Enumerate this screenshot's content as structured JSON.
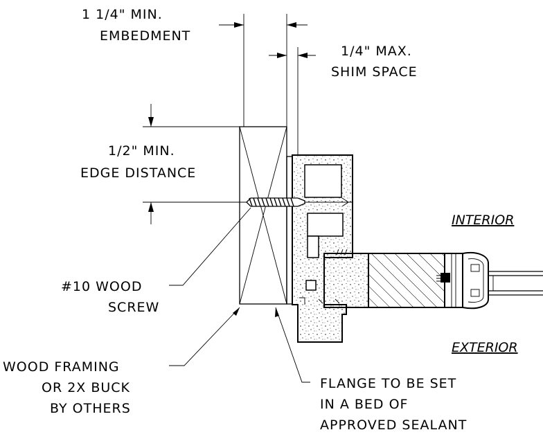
{
  "labels": {
    "embed_1": "1 1/4\" MIN.",
    "embed_2": "EMBEDMENT",
    "shim_1": "1/4\" MAX.",
    "shim_2": "SHIM SPACE",
    "edge_1": "1/2\" MIN.",
    "edge_2": "EDGE DISTANCE",
    "interior": "INTERIOR",
    "exterior": "EXTERIOR",
    "screw_1": "#10 WOOD",
    "screw_2": "SCREW",
    "framing_1": "WOOD FRAMING",
    "framing_2": "OR 2X BUCK",
    "framing_3": "BY OTHERS",
    "flange_1": "FLANGE TO BE SET",
    "flange_2": "IN A BED OF",
    "flange_3": "APPROVED SEALANT"
  }
}
